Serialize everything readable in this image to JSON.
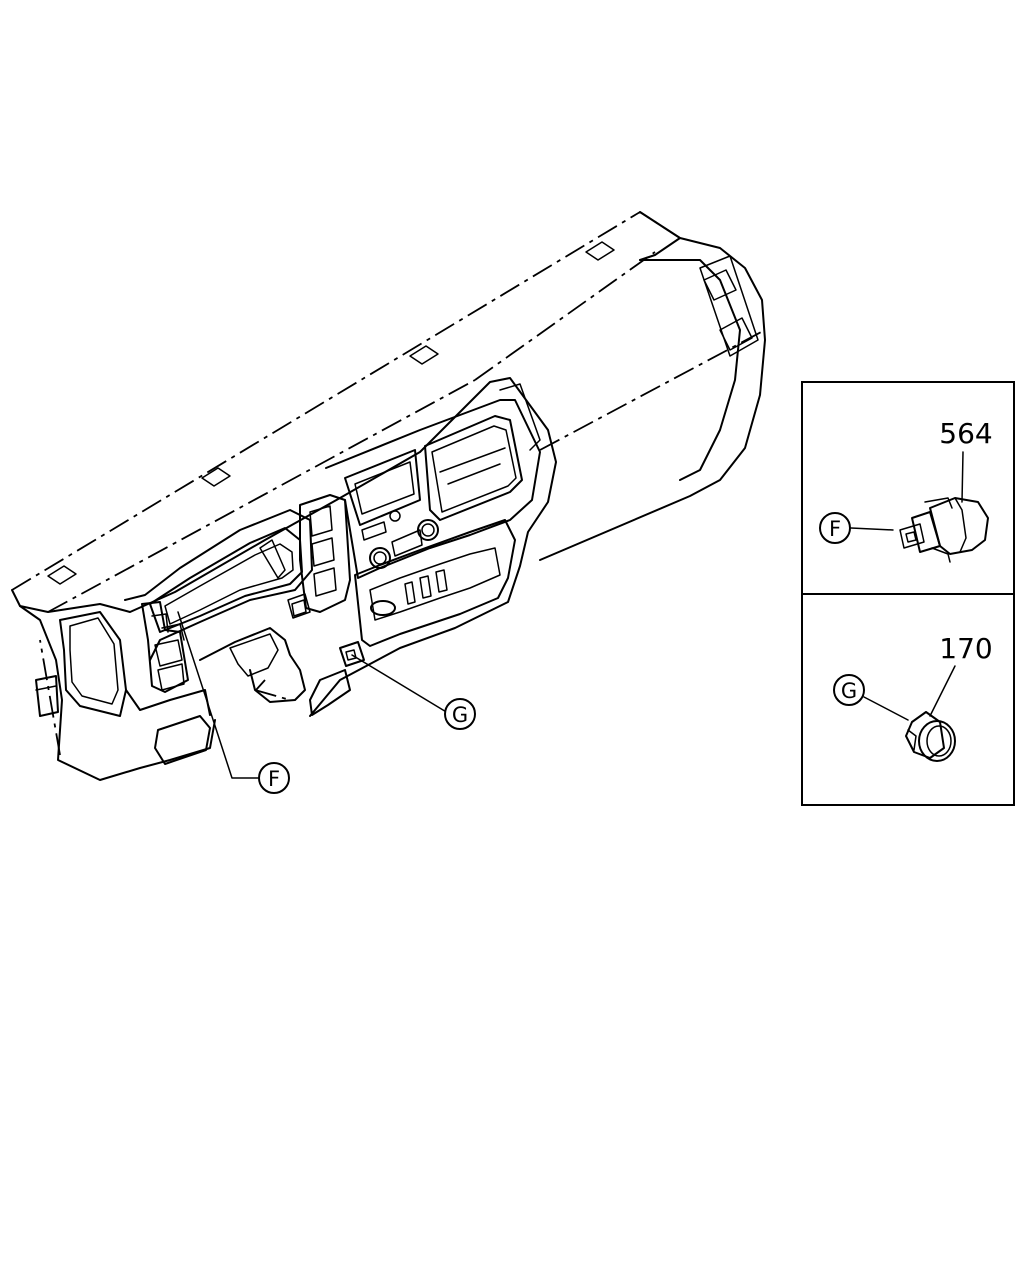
{
  "diagram": {
    "callouts": {
      "main_f": "F",
      "main_g": "G",
      "detail_f": "F",
      "detail_g": "G"
    },
    "parts": {
      "upper": "564",
      "lower": "170"
    }
  }
}
